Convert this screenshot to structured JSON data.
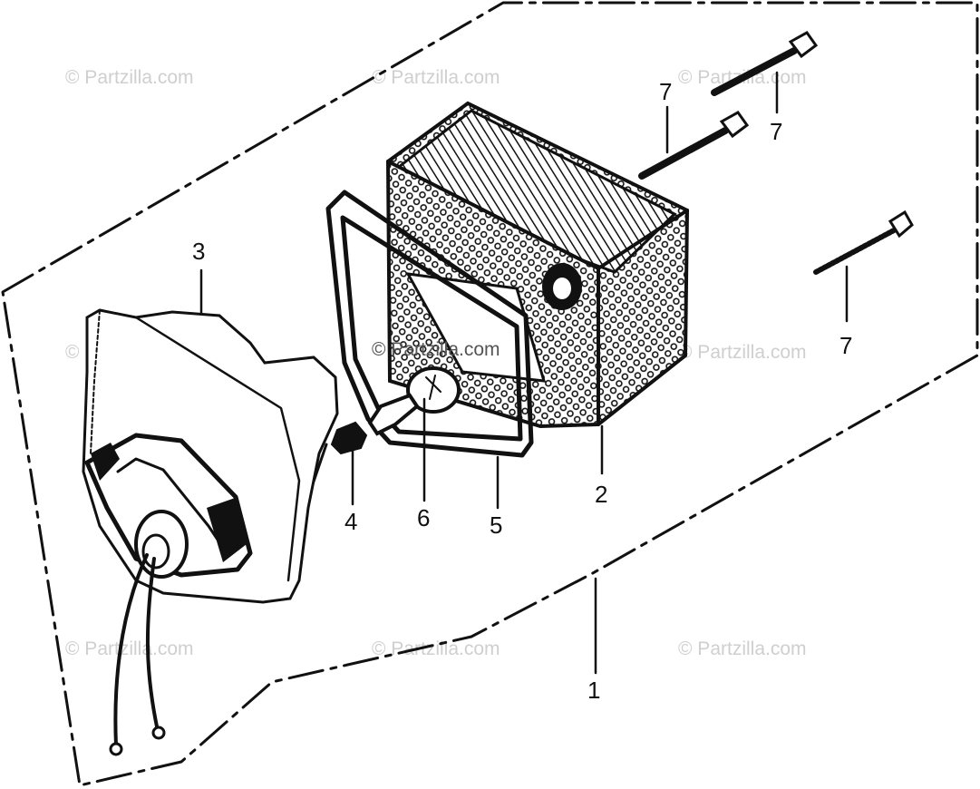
{
  "watermark": "© Partzilla.com",
  "callouts": {
    "c1": "1",
    "c2": "2",
    "c3": "3",
    "c4": "4",
    "c5": "5",
    "c6": "6",
    "c7a": "7",
    "c7b": "7",
    "c7c": "7"
  },
  "colors": {
    "ink": "#111111",
    "watermark": "#cfcfcf",
    "background": "#ffffff"
  }
}
